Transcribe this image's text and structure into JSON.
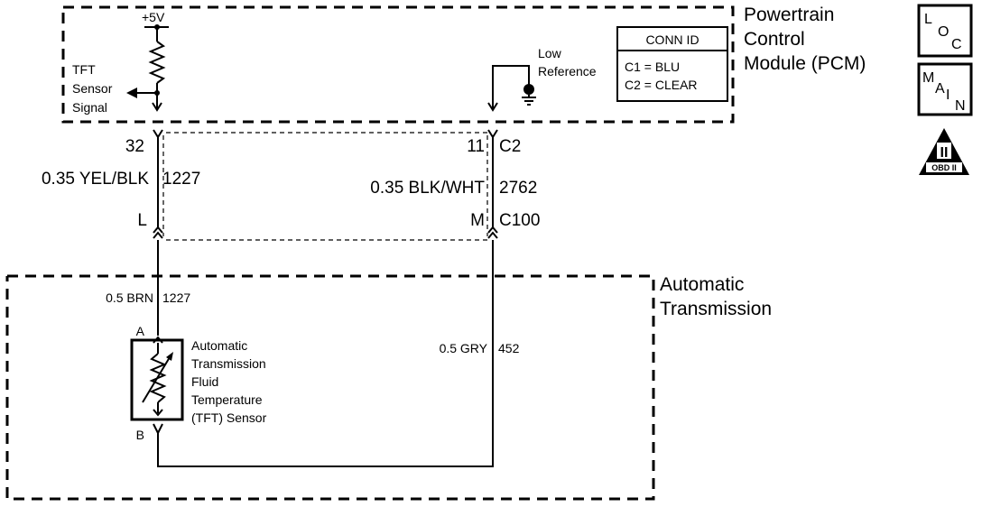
{
  "pcm": {
    "title_lines": [
      "Powertrain",
      "Control",
      "Module (PCM)"
    ],
    "supply": "+5V",
    "signal_lines": [
      "TFT",
      "Sensor",
      "Signal"
    ],
    "low_ref_lines": [
      "Low",
      "Reference"
    ],
    "conn_id": {
      "header": "CONN ID",
      "rows": [
        "C1 = BLU",
        "C2 = CLEAR"
      ]
    }
  },
  "badges": {
    "loc": {
      "l": "L",
      "o": "O",
      "c": "C"
    },
    "main": {
      "m": "M",
      "a": "A",
      "i": "I",
      "n": "N"
    },
    "obd": {
      "numeral": "II",
      "label": "OBD II"
    }
  },
  "wires": {
    "left": {
      "pin_top": "32",
      "gauge": "0.35 YEL/BLK",
      "circuit": "1227",
      "pin_bottom": "L"
    },
    "right": {
      "pin_top": "11",
      "conn_top": "C2",
      "gauge": "0.35 BLK/WHT",
      "circuit": "2762",
      "pin_bottom": "M",
      "conn_bottom": "C100"
    }
  },
  "transmission": {
    "title_lines": [
      "Automatic",
      "Transmission"
    ],
    "left_wire": {
      "gauge": "0.5 BRN",
      "circuit": "1227"
    },
    "right_wire": {
      "gauge": "0.5 GRY",
      "circuit": "452"
    },
    "sensor_pin_a": "A",
    "sensor_pin_b": "B",
    "sensor_lines": [
      "Automatic",
      "Transmission",
      "Fluid",
      "Temperature",
      "(TFT) Sensor"
    ]
  }
}
